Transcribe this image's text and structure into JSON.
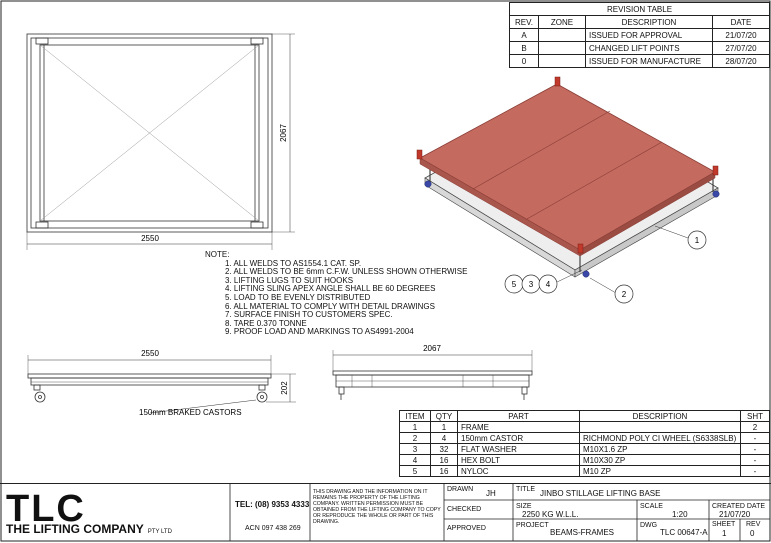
{
  "revision_table": {
    "title": "REVISION TABLE",
    "headers": [
      "REV.",
      "ZONE",
      "DESCRIPTION",
      "DATE"
    ],
    "rows": [
      {
        "rev": "A",
        "zone": "",
        "desc": "ISSUED FOR APPROVAL",
        "date": "21/07/20"
      },
      {
        "rev": "B",
        "zone": "",
        "desc": "CHANGED LIFT POINTS",
        "date": "27/07/20"
      },
      {
        "rev": "0",
        "zone": "",
        "desc": "ISSUED FOR MANUFACTURE",
        "date": "28/07/20"
      }
    ]
  },
  "dimensions": {
    "plan_width": "2550",
    "plan_height": "2067",
    "front_width": "2550",
    "front_height": "202",
    "side_width": "2067"
  },
  "labels": {
    "castors": "150mm BRAKED CASTORS",
    "balloons": [
      "1",
      "2",
      "5",
      "3",
      "4"
    ]
  },
  "notes": {
    "heading": "NOTE:",
    "items": [
      "1. ALL WELDS TO AS1554.1 CAT. SP.",
      "2. ALL WELDS TO BE 6mm C.F.W. UNLESS SHOWN OTHERWISE",
      "3. LIFTING LUGS TO SUIT HOOKS",
      "4. LIFTING SLING APEX ANGLE SHALL BE 60 DEGREES",
      "5. LOAD TO BE EVENLY DISTRIBUTED",
      "6. ALL MATERIAL TO COMPLY WITH DETAIL DRAWINGS",
      "7. SURFACE FINISH TO CUSTOMERS SPEC.",
      "8. TARE 0.370 TONNE",
      "9. PROOF LOAD AND MARKINGS TO AS4991-2004"
    ]
  },
  "bom": {
    "headers": [
      "ITEM",
      "QTY",
      "PART",
      "DESCRIPTION",
      "SHT"
    ],
    "rows": [
      {
        "item": "1",
        "qty": "1",
        "part": "FRAME",
        "desc": "",
        "sht": "2"
      },
      {
        "item": "2",
        "qty": "4",
        "part": "150mm CASTOR",
        "desc": "RICHMOND POLY CI WHEEL (S6338SLB)",
        "sht": "-"
      },
      {
        "item": "3",
        "qty": "32",
        "part": "FLAT WASHER",
        "desc": "M10X1.6 ZP",
        "sht": "-"
      },
      {
        "item": "4",
        "qty": "16",
        "part": "HEX BOLT",
        "desc": "M10X30 ZP",
        "sht": "-"
      },
      {
        "item": "5",
        "qty": "16",
        "part": "NYLOC",
        "desc": "M10 ZP",
        "sht": "-"
      }
    ]
  },
  "title_block": {
    "logo": "TLC",
    "company": "THE LIFTING COMPANY",
    "pty": "PTY LTD",
    "tel": "TEL: (08) 9353 4333",
    "acn": "ACN 097 438 269",
    "legal": "THIS DRAWING AND THE INFORMATION ON IT REMAINS THE PROPERTY OF THE LIFTING COMPANY. WRITTEN PERMISSION MUST BE OBTAINED FROM THE LIFTING COMPANY TO COPY OR REPRODUCE THE WHOLE OR PART OF THIS DRAWING.",
    "drawn_label": "DRAWN",
    "drawn": "JH",
    "checked_label": "CHECKED",
    "approved_label": "APPROVED",
    "title_label": "TITLE",
    "title": "JINBO STILLAGE LIFTING BASE",
    "size_label": "SIZE",
    "size": "2250 KG W.L.L.",
    "scale_label": "SCALE",
    "scale": "1:20",
    "created_label": "CREATED DATE",
    "created": "21/07/20",
    "project_label": "PROJECT",
    "project": "BEAMS-FRAMES",
    "dwg_label": "DWG",
    "dwg": "TLC 00647-A",
    "sheet_label": "SHEET",
    "sheet": "1",
    "rev_label": "REV",
    "rev": "0"
  },
  "colors": {
    "deck": "#c46a5f",
    "deck_edge": "#8a3d36",
    "frame": "#d8d8d8",
    "castor": "#3a49a8",
    "lug": "#c0392b"
  }
}
